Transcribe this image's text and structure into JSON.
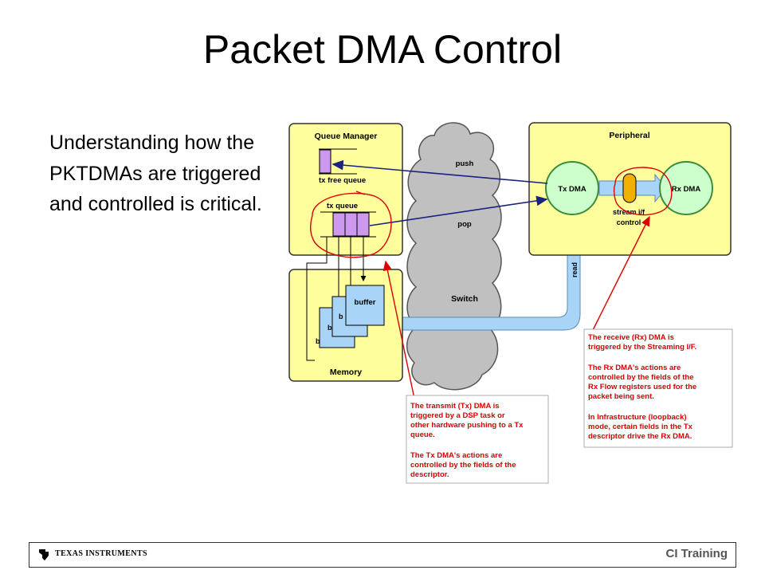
{
  "slide": {
    "title": "Packet DMA Control",
    "bullet": "Understanding how the PKTDMAs are triggered and controlled is critical."
  },
  "diagram": {
    "queue_manager": "Queue Manager",
    "tx_free_queue": "tx free queue",
    "tx_queue": "tx queue",
    "memory": "Memory",
    "buffer": "buffer",
    "buffer_b": "b",
    "peripheral": "Peripheral",
    "tx_dma": "Tx DMA",
    "rx_dma": "Rx DMA",
    "stream_if_line1": "stream  i/f",
    "stream_if_line2": "control",
    "push": "push",
    "pop": "pop",
    "switch": "Switch",
    "read": "read",
    "tx_note": [
      "The transmit (Tx) DMA is",
      "triggered by a DSP task or",
      "other hardware pushing to a Tx",
      "queue.",
      "",
      "The Tx DMA's actions are",
      "controlled by the fields of the",
      "descriptor."
    ],
    "rx_note": [
      "The receive (Rx) DMA is",
      "triggered by the Streaming I/F.",
      "",
      "The Rx DMA's actions are",
      "controlled by the fields of the",
      "Rx Flow registers used for the",
      "packet being sent.",
      "",
      "In Infrastructure (loopback)",
      "mode, certain fields in the Tx",
      "descriptor drive the Rx DMA."
    ]
  },
  "footer": {
    "company": "TEXAS INSTRUMENTS",
    "program": "CI Training"
  },
  "colors": {
    "box_fill": "#fefe9c",
    "queue_fill": "#cc99ee",
    "buffer_fill": "#a8d4f8",
    "dma_fill": "#ccffcc",
    "stream_fill": "#f0b000",
    "cloud_fill": "#c0c0c0",
    "arrow_blue": "#1a237e",
    "annotation_red": "#dd0000"
  }
}
